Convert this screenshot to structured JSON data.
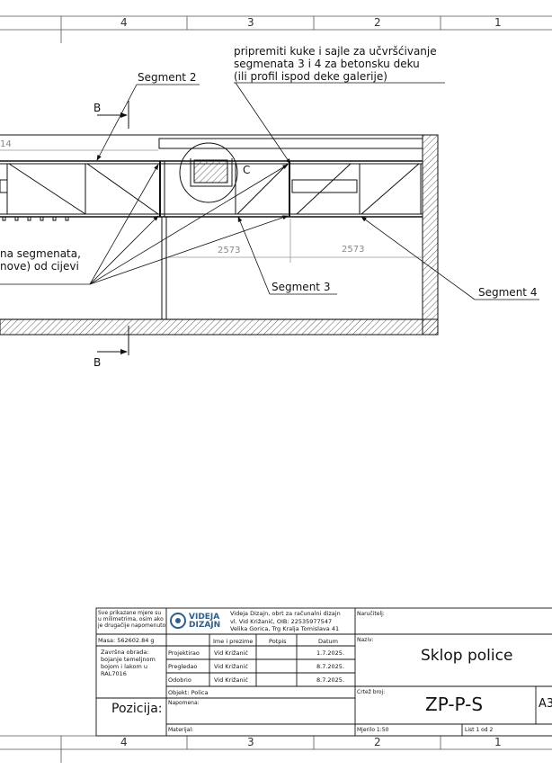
{
  "ruler": {
    "top": [
      "4",
      "3",
      "2",
      "1"
    ],
    "bottom": [
      "4",
      "3",
      "2",
      "1"
    ]
  },
  "drawing": {
    "section_marker": "B",
    "section_marker_bottom": "B",
    "detail_marker": "C",
    "segment2": "Segment 2",
    "segment3": "Segment 3",
    "segment4": "Segment 4",
    "note_lines": [
      "pripremiti kuke i sajle za učvršćivanje",
      "segmenata 3 i 4 za betonsku deku",
      "(ili profil ispod deke galerije)"
    ],
    "left_note_lines": [
      "na segmenata,",
      "nove) od cijevi"
    ],
    "dim_left_partial": "14",
    "dim1": "2573",
    "dim2": "2573"
  },
  "title_block": {
    "units_note": [
      "Sve prikazane mjere su",
      "u milimetrima, osim ako",
      "je drugačije napomenuto"
    ],
    "logo_text": [
      "VIDEJA",
      "DIZAJN"
    ],
    "company": [
      "Videja Dizajn, obrt za računalni dizajn",
      "vl. Vid Križanić, OIB: 22535977547",
      "Velika Gorica, Trg Kralja Tomislava 41"
    ],
    "mass": "Masa: 562602.84 g",
    "finish": [
      "Završna obrada:",
      "bojanje temeljnom",
      "bojom i lakom u",
      "RAL7016"
    ],
    "headers": [
      "Ime i prezime",
      "Potpis",
      "Datum"
    ],
    "rows": [
      {
        "role": "Projektirao",
        "name": "Vid Križanić",
        "date": "1.7.2025."
      },
      {
        "role": "Pregledao",
        "name": "Vid Križanić",
        "date": "8.7.2025."
      },
      {
        "role": "Odobrio",
        "name": "Vid Križanić",
        "date": "8.7.2025."
      }
    ],
    "object": "Objekt: Polica",
    "remark_label": "Napomena:",
    "material_label": "Materijal:",
    "position_label": "Pozicija:",
    "client_label": "Naručitelj:",
    "name_label": "Naziv:",
    "name_value": "Sklop police",
    "drawing_no_label": "Crtež broj:",
    "drawing_no": "ZP-P-S",
    "format": "A3",
    "scale": "Mjerilo 1:50",
    "sheet": "List 1 od 2"
  }
}
